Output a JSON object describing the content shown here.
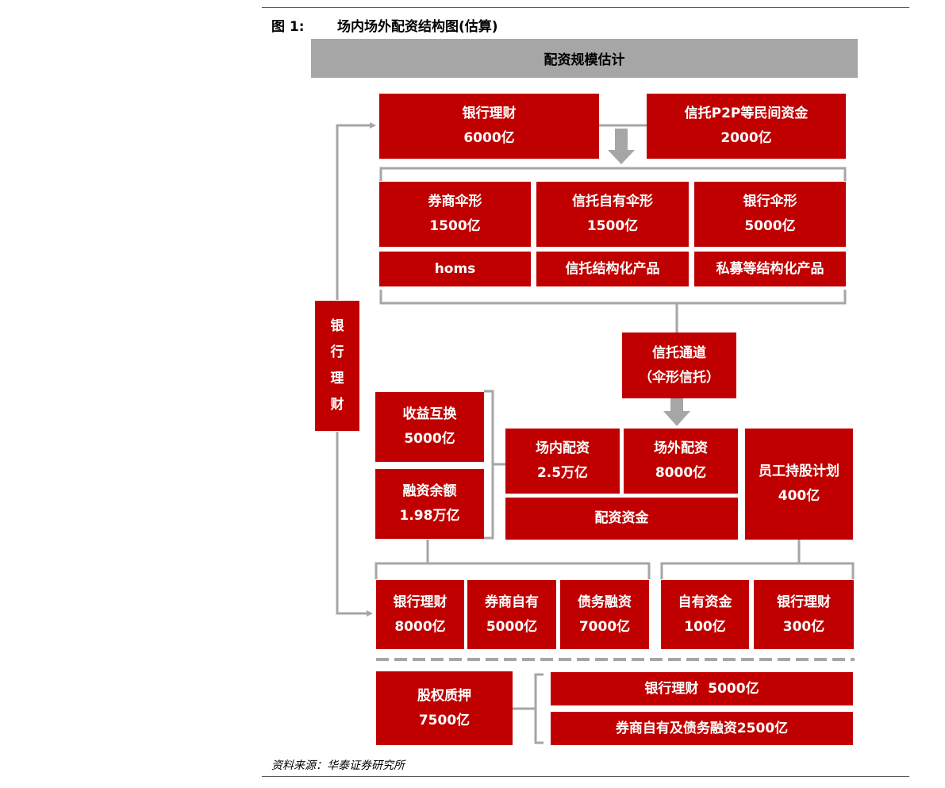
{
  "figure": {
    "label": "图 1:",
    "title": "场内场外配资结构图(估算)",
    "source": "资料来源：华泰证券研究所"
  },
  "banner": "配资规模估计",
  "colors": {
    "box_red": "#c00000",
    "banner_gray": "#a6a6a6",
    "connector_gray": "#a6a6a6"
  },
  "top_row": {
    "bank_wealth": {
      "name": "银行理财",
      "value": "6000亿"
    },
    "trust_p2p": {
      "name": "信托P2P等民间资金",
      "value": "2000亿"
    }
  },
  "umbrella_row": [
    {
      "name": "券商伞形",
      "value": "1500亿",
      "product": "homs"
    },
    {
      "name": "信托自有伞形",
      "value": "1500亿",
      "product": "信托结构化产品"
    },
    {
      "name": "银行伞形",
      "value": "5000亿",
      "product": "私募等结构化产品"
    }
  ],
  "side_label": [
    "银",
    "行",
    "理",
    "财"
  ],
  "trust_channel": {
    "line1": "信托通道",
    "line2": "（伞形信托）"
  },
  "left_stack": [
    {
      "name": "收益互换",
      "value": "5000亿"
    },
    {
      "name": "融资余额",
      "value": "1.98万亿"
    }
  ],
  "allocation": {
    "onsite": {
      "name": "场内配资",
      "value": "2.5万亿"
    },
    "offsite": {
      "name": "场外配资",
      "value": "8000亿"
    },
    "funds": "配资资金"
  },
  "esop": {
    "name": "员工持股计划",
    "value": "400亿"
  },
  "bottom_row": [
    {
      "name": "银行理财",
      "value": "8000亿"
    },
    {
      "name": "券商自有",
      "value": "5000亿"
    },
    {
      "name": "债务融资",
      "value": "7000亿"
    },
    {
      "name": "自有资金",
      "value": "100亿"
    },
    {
      "name": "银行理财",
      "value": "300亿"
    }
  ],
  "pledge": {
    "name": "股权质押",
    "value": "7500亿",
    "sources": [
      "银行理财  5000亿",
      "券商自有及债务融资2500亿"
    ]
  }
}
